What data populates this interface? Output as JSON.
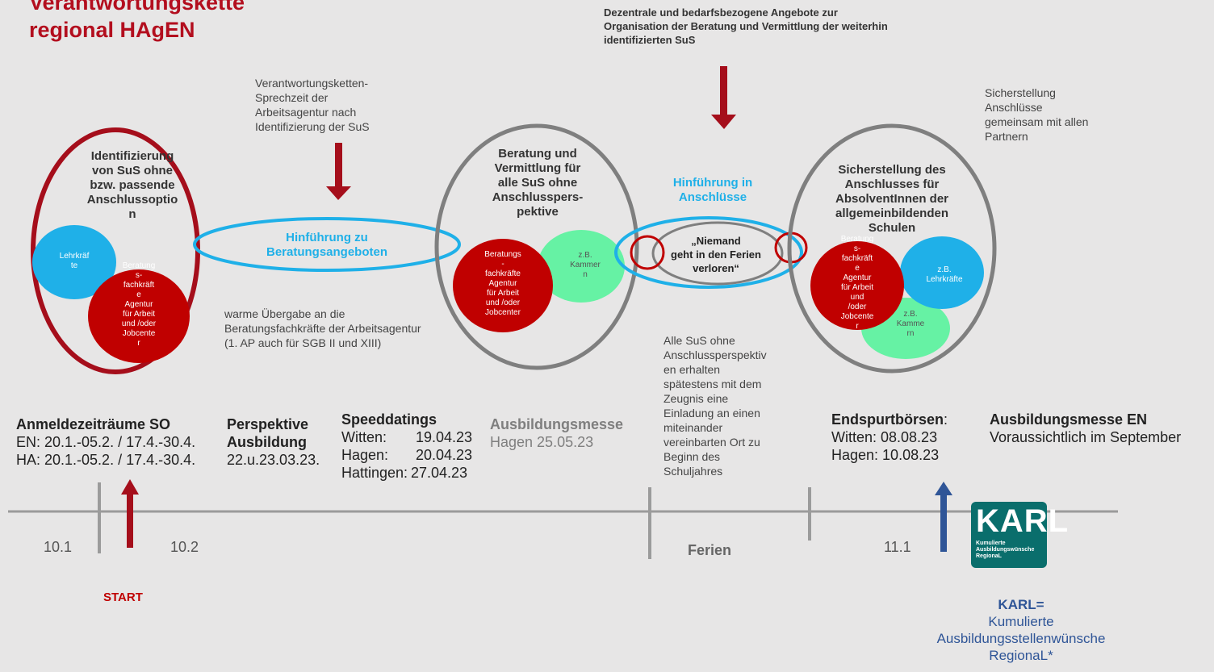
{
  "title": [
    "Verantwortungskette",
    "regional HAgEN"
  ],
  "top_center_text": [
    "Dezentrale und bedarfsbezogene Angebote zur",
    "Organisation der Beratung und Vermittlung der weiterhin",
    "identifizierten SuS"
  ],
  "sprechzeit_text": [
    "Verantwortungsketten-",
    "Sprechzeit der",
    "Arbeitsagentur nach",
    "Identifizierung der SuS"
  ],
  "sicherstellung_top_text": [
    "Sicherstellung",
    "Anschlüsse",
    "gemeinsam mit allen",
    "Partnern"
  ],
  "circle1": {
    "label": [
      "Identifizierung",
      "von SuS ohne",
      "bzw. passende",
      "Anschlussoptio",
      "n"
    ],
    "lehrkraefte": [
      "Lehrkräf",
      "te"
    ],
    "beratung": [
      "Beratung",
      "s-",
      "fachkräft",
      "e",
      "Agentur",
      "für Arbeit",
      "und /oder",
      "Jobcente",
      "r"
    ]
  },
  "oval1_label": [
    "Hinführung zu",
    "Beratungsangeboten"
  ],
  "warme_text": [
    "warme Übergabe an die",
    "Beratungsfachkräfte der Arbeitsagentur",
    "(1. AP auch für SGB II und XIII)"
  ],
  "circle2": {
    "label": [
      "Beratung und",
      "Vermittlung für",
      "alle SuS ohne",
      "Anschlusspers-",
      "pektive"
    ],
    "beratung": [
      "Beratungs",
      "-",
      "fachkräfte",
      "Agentur",
      "für Arbeit",
      "und /oder",
      "Jobcenter"
    ],
    "kammer": [
      "z.B.",
      "Kammer",
      "n"
    ]
  },
  "hinfuehrung_anschluesse": [
    "Hinführung in",
    "Anschlüsse"
  ],
  "niemand": [
    "„Niemand",
    "geht in den Ferien",
    "verloren“"
  ],
  "alle_sus_text": [
    "Alle SuS ohne",
    "Anschlussperspektiv",
    "en erhalten",
    "spätestens mit dem",
    "Zeugnis eine",
    "Einladung an einen",
    "miteinander",
    "vereinbarten Ort zu",
    "Beginn des",
    "Schuljahres"
  ],
  "circle3": {
    "label": [
      "Sicherstellung des",
      "Anschlusses für",
      "AbsolventInnen der",
      "allgemeinbildenden",
      "Schulen"
    ],
    "beratung": [
      "Beratung",
      "s-",
      "fachkräft",
      "e",
      "Agentur",
      "für Arbeit",
      "und",
      "/oder",
      "Jobcente",
      "r"
    ],
    "lehrkraefte": [
      "z.B.",
      "Lehrkräfte"
    ],
    "kammern": [
      "z.B.",
      "Kamme",
      "rn"
    ]
  },
  "events": {
    "anmelde": {
      "title": "Anmeldezeiträume SO",
      "lines": [
        "EN: 20.1.-05.2. / 17.4.-30.4.",
        "HA: 20.1.-05.2. / 17.4.-30.4."
      ]
    },
    "perspektive": {
      "title": [
        "Perspektive",
        "Ausbildung"
      ],
      "date": "22.u.23.03.23."
    },
    "speed": {
      "title": "Speeddatings",
      "rows": [
        [
          "Witten:",
          "19.04.23"
        ],
        [
          "Hagen:",
          "20.04.23"
        ],
        [
          "Hattingen:",
          "27.04.23"
        ]
      ]
    },
    "messe": {
      "title": "Ausbildungsmesse",
      "date": "Hagen 25.05.23"
    },
    "endspurt": {
      "title": "Endspurtbörsen",
      "colon": ":",
      "lines": [
        "Witten: 08.08.23",
        "Hagen: 10.08.23"
      ]
    },
    "messe_en": {
      "title": "Ausbildungsmesse EN",
      "date": "Voraussichtlich im September"
    }
  },
  "timeline": {
    "labels": [
      "10.1",
      "10.2",
      "Ferien",
      "11.1"
    ],
    "start": "START"
  },
  "karl_logo": {
    "big": "KARL",
    "sub": [
      "Kumulierte",
      "Ausbildungswünsche",
      "RegionaL"
    ]
  },
  "karl_def": {
    "title": "KARL=",
    "lines": [
      "Kumulierte",
      "Ausbildungsstellenwünsche",
      "RegionaL*"
    ]
  },
  "colors": {
    "red": "#c00000",
    "darkred": "#a50e1b",
    "blue": "#1fb0e8",
    "green": "#66f2a4",
    "gray": "#7f7f7f",
    "navy": "#2f5597",
    "teal": "#0a6e6c"
  }
}
